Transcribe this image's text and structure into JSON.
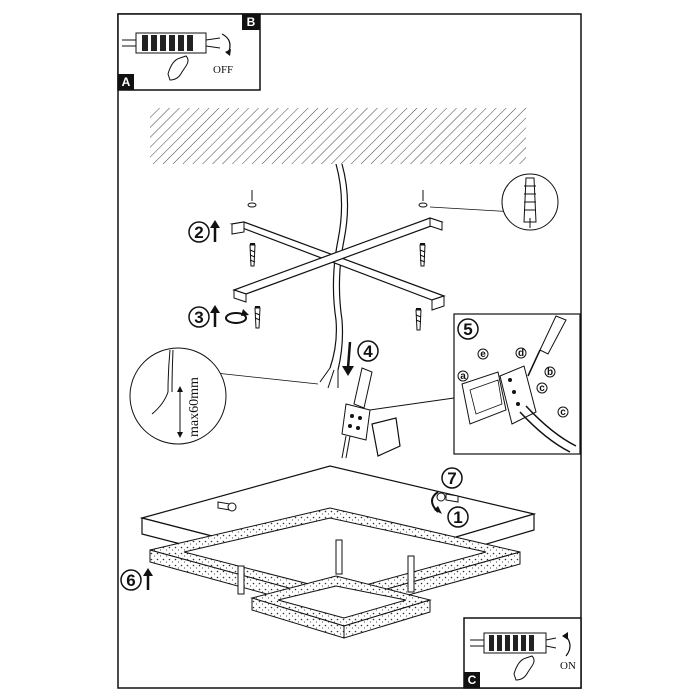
{
  "panels": {
    "a": {
      "tag": "A",
      "label": "OFF"
    },
    "b": {
      "tag": "B"
    },
    "c": {
      "tag": "C",
      "label": "ON"
    }
  },
  "steps": {
    "s1": "1",
    "s2": "2",
    "s3": "3",
    "s4": "4",
    "s5": "5",
    "s6": "6",
    "s7": "7"
  },
  "detail_letters": [
    "a",
    "b",
    "c",
    "c",
    "d",
    "e"
  ],
  "dimension": "max60mm",
  "colors": {
    "line": "#111111",
    "tag_bg": "#111111",
    "paper": "#ffffff"
  },
  "icons": [
    "terminal-block-icon",
    "hand-icon",
    "rotate-arrow-icon",
    "wall-plug-icon",
    "screw-icon",
    "screwdriver-icon"
  ]
}
